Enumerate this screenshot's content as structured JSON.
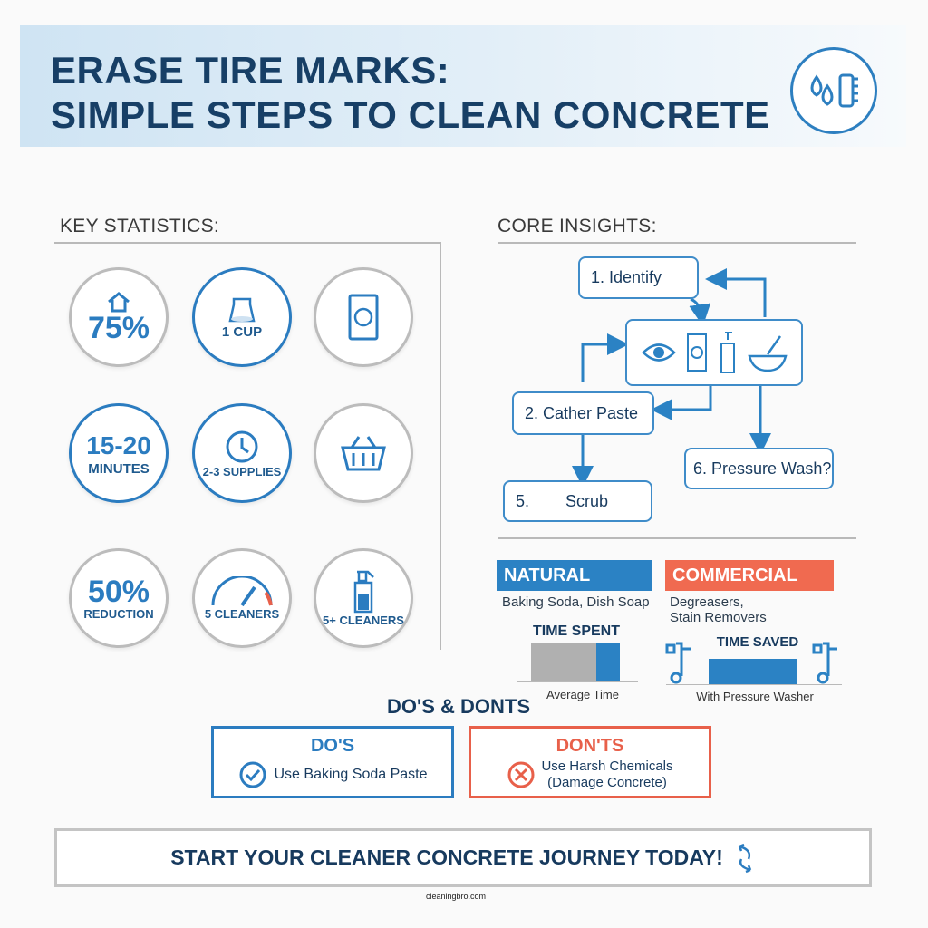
{
  "header": {
    "title_line1": "ERASE TIRE MARKS:",
    "title_line2": "SIMPLE STEPS TO CLEAN CONCRETE",
    "logo_icon": "water-drop-brush-icon"
  },
  "key_statistics": {
    "heading": "KEY STATISTICS:",
    "items": [
      {
        "value": "75%",
        "label": "",
        "icon": "house-icon"
      },
      {
        "value": "",
        "label": "1 CUP",
        "icon": "baking-soda-bag-icon"
      },
      {
        "value": "",
        "label": "",
        "icon": "soap-bag-icon"
      },
      {
        "value": "15-20",
        "label": "MINUTES",
        "icon": ""
      },
      {
        "value": "",
        "label": "2-3 SUPPLIES",
        "icon": "clock-icon"
      },
      {
        "value": "",
        "label": "",
        "icon": "basket-icon"
      },
      {
        "value": "50%",
        "label": "REDUCTION",
        "icon": ""
      },
      {
        "value": "",
        "label": "5 CLEANERS",
        "icon": "gauge-icon"
      },
      {
        "value": "",
        "label": "5+ CLEANERS",
        "icon": "spray-bottle-icon"
      }
    ]
  },
  "core_insights": {
    "heading": "CORE INSIGHTS:",
    "steps": {
      "identify": "1. Identify",
      "gather": "2. Cather Paste",
      "pressure": "6. Pressure Wash?",
      "scrub_num": "5.",
      "scrub": "Scrub"
    },
    "natural": {
      "tag": "NATURAL",
      "desc": "Baking Soda, Dish Soap",
      "chart_title": "TIME SPENT",
      "caption": "Average Time",
      "color": "#2b82c4"
    },
    "commercial": {
      "tag": "COMMERCIAL",
      "desc_line1": "Degreasers,",
      "desc_line2": "Stain Removers",
      "chart_title": "TIME SAVED",
      "caption": "With Pressure Washer",
      "color": "#f06a50"
    }
  },
  "dos_donts": {
    "heading": "DO'S & DONTS",
    "dos": {
      "title": "DO'S",
      "text": "Use Baking Soda Paste",
      "color": "#2b7cc0"
    },
    "donts": {
      "title": "DON'TS",
      "text_line1": "Use Harsh Chemicals",
      "text_line2": "(Damage Concrete)",
      "color": "#e8604a"
    }
  },
  "cta": {
    "text": "START YOUR CLEANER CONCRETE JOURNEY TODAY!",
    "icon": "refresh-arrows-icon",
    "watermark": "cleaningbro.com"
  }
}
